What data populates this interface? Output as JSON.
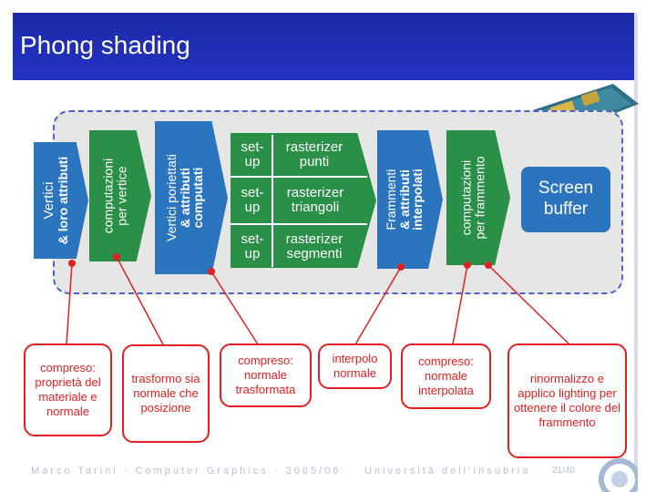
{
  "slide": {
    "title": "Phong shading",
    "footer_left": "Marco Tarini · Computer Graphics · 2005/06",
    "footer_right": "Università dell'Insubria",
    "page": "21/40"
  },
  "pipeline": {
    "vertices": [
      "Vertici",
      "& loro attributi"
    ],
    "vertex_compute": [
      "computazioni",
      "per vertice"
    ],
    "projected": [
      "Vertici poriettati",
      "& attributi",
      "computati"
    ],
    "setup_rows": [
      {
        "setup": "set-up",
        "raster": "rasterizer punti"
      },
      {
        "setup": "set-up",
        "raster": "rasterizer triangoli"
      },
      {
        "setup": "set-up",
        "raster": "rasterizer segmenti"
      }
    ],
    "fragments": [
      "Frammenti",
      "& attributi",
      "interpolati"
    ],
    "fragment_compute": [
      "computazioni",
      "per frammento"
    ],
    "screen_buffer": "Screen buffer"
  },
  "callouts": [
    {
      "text": "compreso: proprietà del materiale e normale"
    },
    {
      "text": "trasformo sia normale che posizione"
    },
    {
      "text": "compreso: normale trasformata"
    },
    {
      "text": "interpolo normale"
    },
    {
      "text": "compreso: normale interpolata"
    },
    {
      "text": "rinormalizzo e applico lighting per ottenere il colore del frammento"
    }
  ],
  "colors": {
    "title_bg": "#2433c3",
    "stage_green": "#2a8f47",
    "stage_blue": "#2a75bd",
    "callout_red": "#e22020"
  }
}
